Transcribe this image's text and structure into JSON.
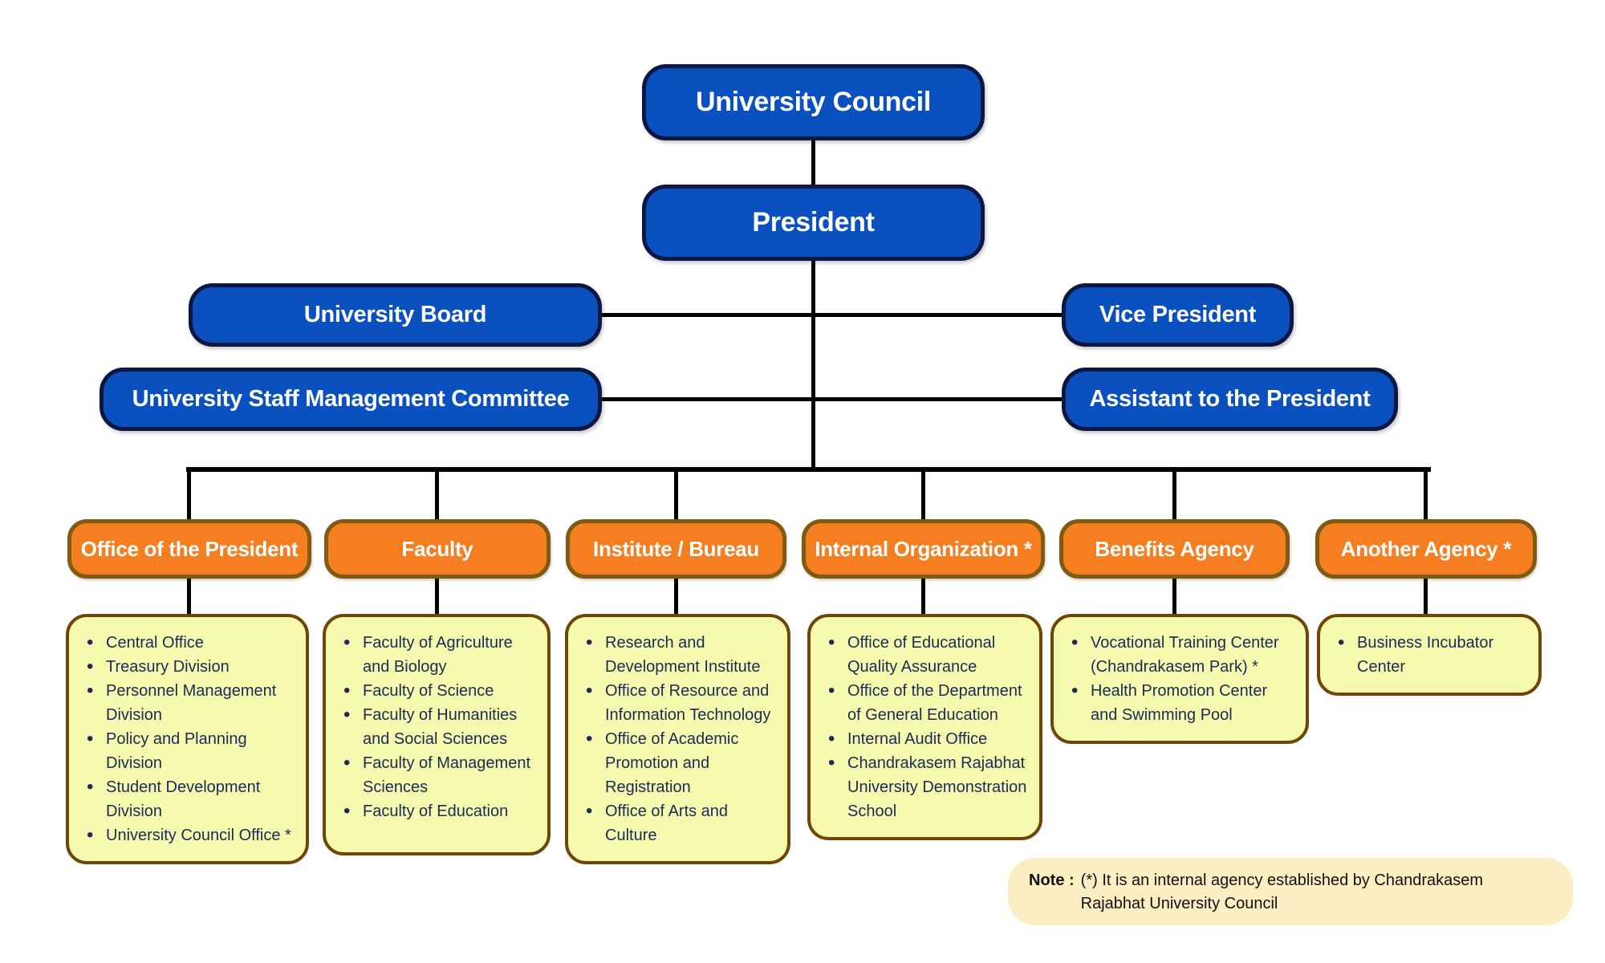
{
  "nodes": {
    "council": "University Council",
    "president": "President",
    "board": "University Board",
    "vice_president": "Vice President",
    "staff_committee": "University Staff Management Committee",
    "assistant": "Assistant to the President"
  },
  "departments": [
    {
      "title": "Office of the President",
      "items": [
        "Central Office",
        "Treasury Division",
        "Personnel Management Division",
        "Policy and Planning Division",
        "Student Development Division",
        "University Council Office *"
      ]
    },
    {
      "title": "Faculty",
      "items": [
        "Faculty of Agriculture and Biology",
        "Faculty of Science",
        "Faculty of Humanities and Social Sciences",
        "Faculty of Management Sciences",
        "Faculty of Education"
      ]
    },
    {
      "title": "Institute / Bureau",
      "items": [
        "Research and Development Institute",
        "Office of Resource and Information Technology",
        "Office of Academic Promotion and Registration",
        "Office of Arts and Culture"
      ]
    },
    {
      "title": "Internal Organization *",
      "items": [
        "Office of Educational Quality Assurance",
        "Office of the Department of General Education",
        "Internal Audit Office",
        "Chandrakasem Rajabhat University Demonstration School"
      ]
    },
    {
      "title": "Benefits Agency",
      "items": [
        "Vocational Training Center (Chandrakasem Park) *",
        "Health Promotion Center and Swimming Pool"
      ]
    },
    {
      "title": "Another Agency *",
      "items": [
        "Business Incubator Center"
      ]
    }
  ],
  "note": {
    "label": "Note :",
    "text": "(*) It is an internal agency established by Chandrakasem Rajabhat University Council"
  },
  "colors": {
    "blue": "#0a50be",
    "blue_border": "#0d1742",
    "orange": "#f57e20",
    "orange_border": "#7e5b11",
    "list_bg": "#f6faaf",
    "list_border": "#6e4708",
    "list_text": "#1b2a55",
    "note_bg": "#fbeec2",
    "line": "#000000"
  }
}
